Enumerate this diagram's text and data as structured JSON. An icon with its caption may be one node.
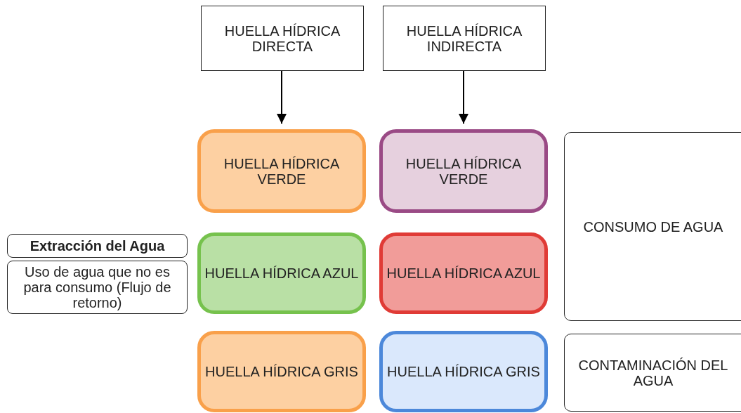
{
  "diagram": {
    "nodes": [
      {
        "text": [
          "HUELLA HÍDRICA DIRECTA"
        ]
      },
      {
        "text": [
          "HUELLA HÍDRICA INDIRECTA"
        ]
      },
      {
        "text": [
          "HUELLA HÍDRICA VERDE"
        ]
      },
      {
        "text": [
          "HUELLA HÍDRICA VERDE"
        ]
      },
      {
        "text": [
          "CONSUMO DE AGUA"
        ]
      },
      {
        "text": [
          "Extracción del Agua"
        ]
      },
      {
        "text": [
          "Uso de agua que no es para consumo (Flujo de retorno)"
        ]
      },
      {
        "text": [
          "HUELLA HÍDRICA AZUL"
        ]
      },
      {
        "text": [
          "HUELLA HÍDRICA AZUL"
        ]
      },
      {
        "text": [
          "HUELLA HÍDRICA GRIS"
        ]
      },
      {
        "text": [
          "HUELLA HÍDRICA GRIS"
        ]
      },
      {
        "text": [
          "CONTAMINACIÓN DEL AGUA"
        ]
      }
    ],
    "edges": [
      {
        "from": 0,
        "to": 2,
        "arrow": "to"
      },
      {
        "from": 1,
        "to": 3,
        "arrow": "to"
      }
    ]
  }
}
